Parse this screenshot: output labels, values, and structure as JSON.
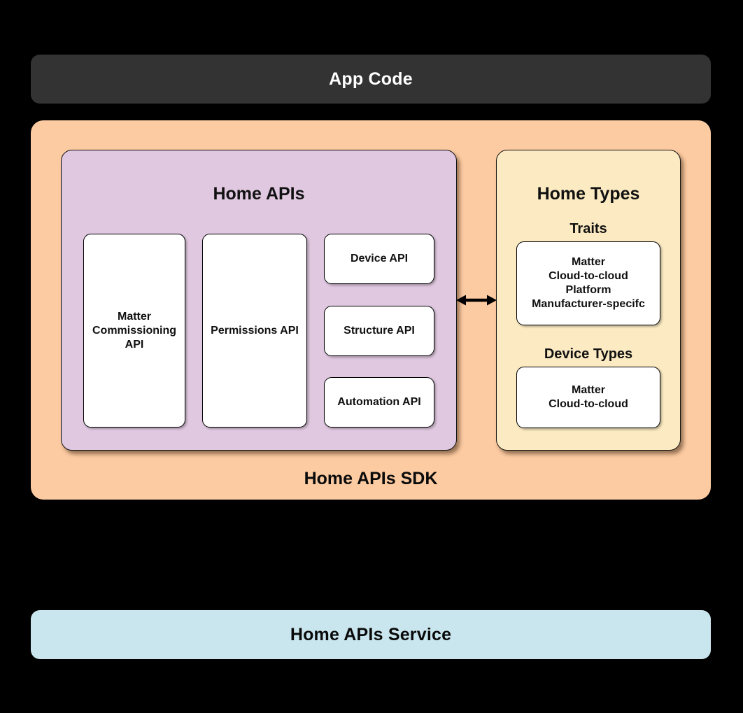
{
  "colors": {
    "background": "#000000",
    "app_code_bar": "#333333",
    "sdk_background": "#FCCBA2",
    "home_apis_panel": "#E0C8E0",
    "home_types_panel": "#FCEBC2",
    "service_bar": "#C9E6EE",
    "card_background": "#FFFFFF"
  },
  "app_code": {
    "label": "App Code"
  },
  "sdk": {
    "label": "Home APIs SDK",
    "home_apis": {
      "title": "Home APIs",
      "matter_commissioning_card": "Matter\nCommissioning\nAPI",
      "permissions_card": "Permissions API",
      "device_card": "Device API",
      "structure_card": "Structure API",
      "automation_card": "Automation API"
    },
    "home_types": {
      "title": "Home Types",
      "traits_heading": "Traits",
      "traits_card": "Matter\nCloud-to-cloud\nPlatform\nManufacturer-specifc",
      "device_types_heading": "Device Types",
      "device_types_card": "Matter\nCloud-to-cloud"
    }
  },
  "service": {
    "label": "Home APIs Service"
  }
}
